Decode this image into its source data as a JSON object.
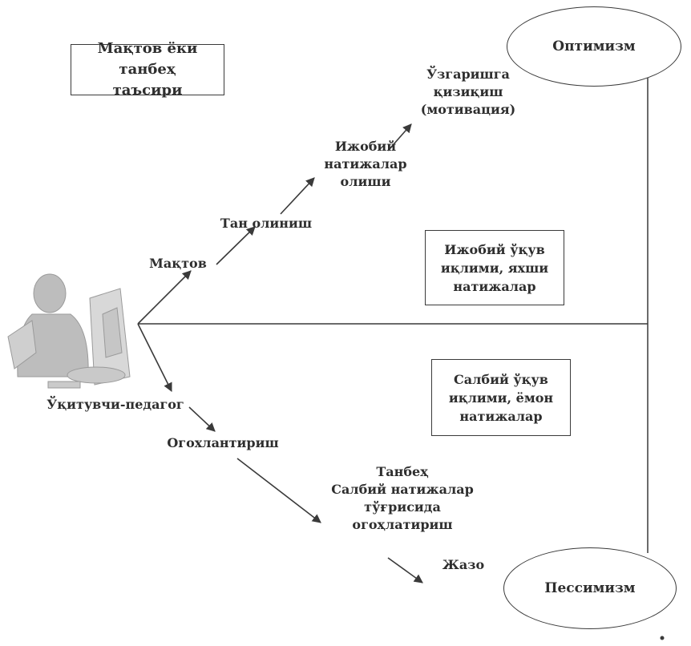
{
  "title_box": "Мақтов ёки танбеҳ\nтаъсири",
  "teacher_label": "Ўқитувчи-педагог",
  "branches": {
    "praise": "Мақтов",
    "recognition": "Тан олиниш",
    "positive_results": "Ижобий\nнатижалар\nолиши",
    "motivation": "Ўзгаришга\nқизиқиш\n(мотивация)",
    "warning": "Огохлантириш",
    "reprimand": "Танбеҳ\nСалбий натижалар\nтўғрисида\nогоҳлатириш",
    "punishment": "Жазо"
  },
  "climate_boxes": {
    "positive": "Ижобий ўқув\nиқлими, яхши\nнатижалар",
    "negative": "Салбий ўқув\nиқлими, ёмон\nнатижалар"
  },
  "outcomes": {
    "optimism": "Оптимизм",
    "pessimism": "Пессимизм"
  },
  "colors": {
    "line": "#3a3a3a",
    "text": "#2e2e2e"
  }
}
